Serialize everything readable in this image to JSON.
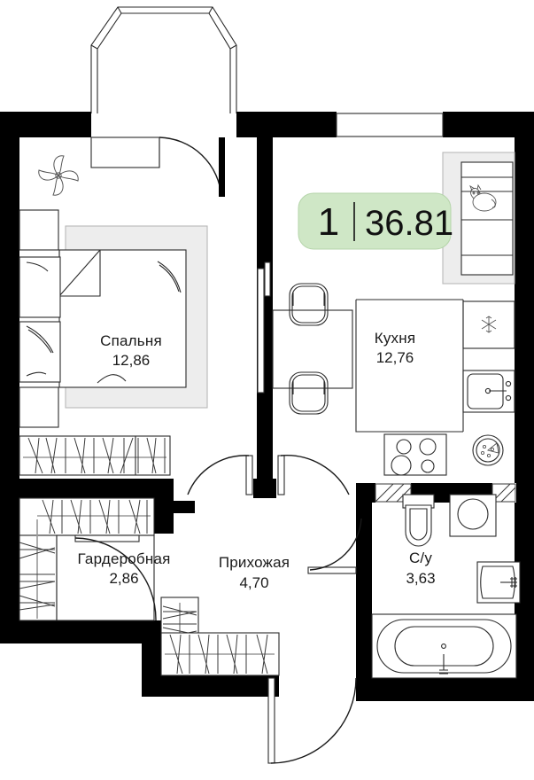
{
  "plan": {
    "badge": {
      "rooms": "1",
      "area": "36.81"
    },
    "rooms": [
      {
        "key": "bedroom",
        "label": "Спальня",
        "area": "12,86"
      },
      {
        "key": "kitchen",
        "label": "Кухня",
        "area": "12,76"
      },
      {
        "key": "wardrobe",
        "label": "Гардеробная",
        "area": "2,86"
      },
      {
        "key": "hallway",
        "label": "Прихожая",
        "area": "4,70"
      },
      {
        "key": "bathroom",
        "label": "С/у",
        "area": "3,63"
      }
    ],
    "colors": {
      "wall": "#000000",
      "badge_bg": "#cfe7c6",
      "badge_text": "#111111",
      "furniture_stroke": "#2b2b2b",
      "furniture_fill_gray": "#ededed",
      "background": "#ffffff"
    },
    "fixtures": [
      {
        "name": "balcony",
        "room": "exterior"
      },
      {
        "name": "balcony-door",
        "room": "bedroom"
      },
      {
        "name": "plant",
        "room": "bedroom"
      },
      {
        "name": "bed",
        "room": "bedroom"
      },
      {
        "name": "wardrobe-closet",
        "room": "bedroom"
      },
      {
        "name": "nightstand",
        "room": "bedroom"
      },
      {
        "name": "dining-table",
        "room": "kitchen"
      },
      {
        "name": "dining-chair",
        "room": "kitchen"
      },
      {
        "name": "shelf-unit",
        "room": "kitchen"
      },
      {
        "name": "cat",
        "room": "kitchen"
      },
      {
        "name": "refrigerator",
        "room": "kitchen"
      },
      {
        "name": "kitchen-sink",
        "room": "kitchen"
      },
      {
        "name": "cooktop",
        "room": "kitchen"
      },
      {
        "name": "round-dish",
        "room": "kitchen"
      },
      {
        "name": "toilet",
        "room": "bathroom"
      },
      {
        "name": "washing-machine",
        "room": "bathroom"
      },
      {
        "name": "bathroom-sink",
        "room": "bathroom"
      },
      {
        "name": "bathtub",
        "room": "bathroom"
      },
      {
        "name": "clothes-rail",
        "room": "wardrobe"
      },
      {
        "name": "entry-door",
        "room": "hallway"
      },
      {
        "name": "hall-closet",
        "room": "hallway"
      },
      {
        "name": "window",
        "room": "kitchen"
      },
      {
        "name": "sliding-partition",
        "room": "kitchen"
      }
    ]
  }
}
